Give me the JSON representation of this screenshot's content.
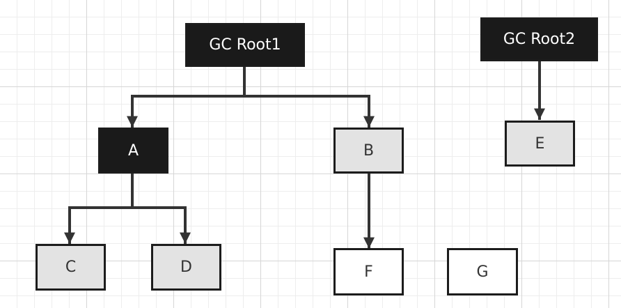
{
  "nodes": {
    "gc_root1": "GC Root1",
    "gc_root2": "GC Root2",
    "a": "A",
    "b": "B",
    "c": "C",
    "d": "D",
    "e": "E",
    "f": "F",
    "g": "G"
  },
  "colors": {
    "dark_fill": "#1a1a1a",
    "gray_fill": "#e3e3e3",
    "white_fill": "#ffffff",
    "line": "#333333"
  }
}
